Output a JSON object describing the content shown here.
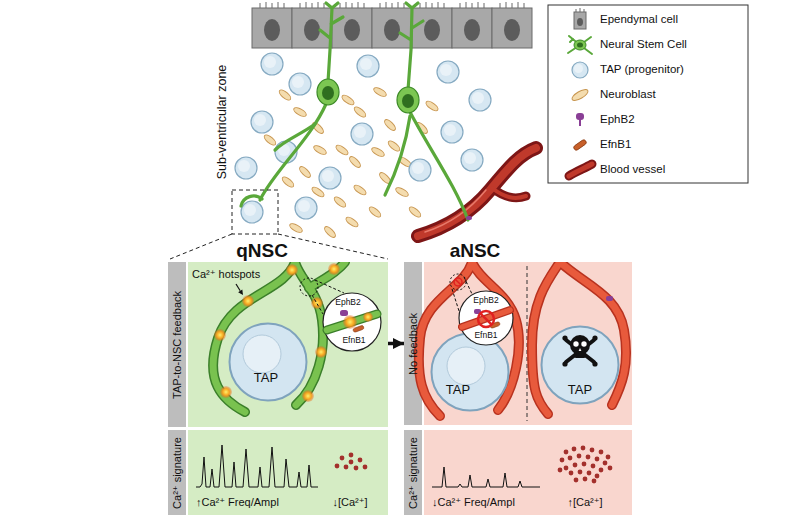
{
  "diagram": {
    "nodes": [
      {
        "text": [
          "qNSC",
          "TAP-to-NSC feedback"
        ]
      },
      {
        "text": [
          "TAP"
        ],
        "in": 0
      },
      {
        "text": [
          "EphB2",
          "EfnB1"
        ],
        "in": 0
      },
      {
        "text": [
          "aNSC",
          "No feedback"
        ]
      },
      {
        "text": [
          "TAP"
        ],
        "in": 3
      },
      {
        "text": [
          "EphB2",
          "EfnB1"
        ],
        "in": 3
      },
      {
        "text": [
          "TAP"
        ],
        "in": 3
      },
      {
        "text": [
          "Ca²⁺ signature",
          "↑Ca²⁺ Freq/Ampl",
          "↓[Ca²⁺]"
        ]
      },
      {
        "text": [
          "Ca²⁺ signature",
          "↓Ca²⁺ Freq/Ampl",
          "↑[Ca²⁺]"
        ]
      }
    ],
    "edges": [
      {
        "from": 0,
        "to": 3,
        "arrow": "to"
      }
    ],
    "labels": [
      "Sub-ventricular zone",
      "Ca²⁺ hotspots"
    ],
    "legend": [
      {
        "text": "Ependymal cell"
      },
      {
        "text": "Neural Stem Cell"
      },
      {
        "text": "TAP (progenitor)"
      },
      {
        "text": "Neuroblast"
      },
      {
        "text": "EphB2"
      },
      {
        "text": "EfnB1"
      },
      {
        "text": "Blood vessel"
      }
    ]
  }
}
